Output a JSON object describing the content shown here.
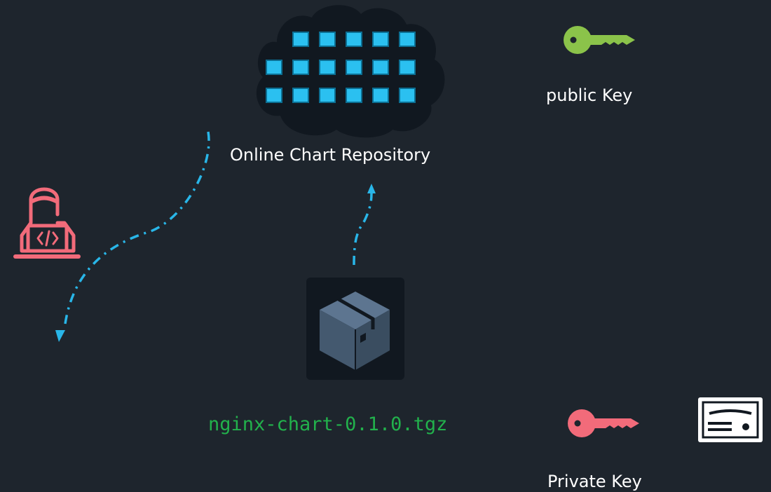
{
  "labels": {
    "repository": "Online Chart Repository",
    "public_key": "public Key",
    "private_key": "Private Key",
    "package_file": "nginx-chart-0.1.0.tgz"
  },
  "colors": {
    "background": "#1e252d",
    "arrow": "#29b6e8",
    "public_key": "#8bc34a",
    "private_key": "#f26b7a",
    "developer": "#f26b7a",
    "package_file_text": "#22b14c",
    "package_tile": "#111820",
    "package_box": "#4a6179",
    "repo_cloud": "#111820",
    "repo_tiles": "#2bc0f0"
  },
  "icons": {
    "repository": "cloud-repository-icon",
    "public_key": "key-icon",
    "private_key": "key-icon",
    "developer": "developer-laptop-icon",
    "package": "package-box-icon",
    "certificate": "certificate-icon"
  }
}
